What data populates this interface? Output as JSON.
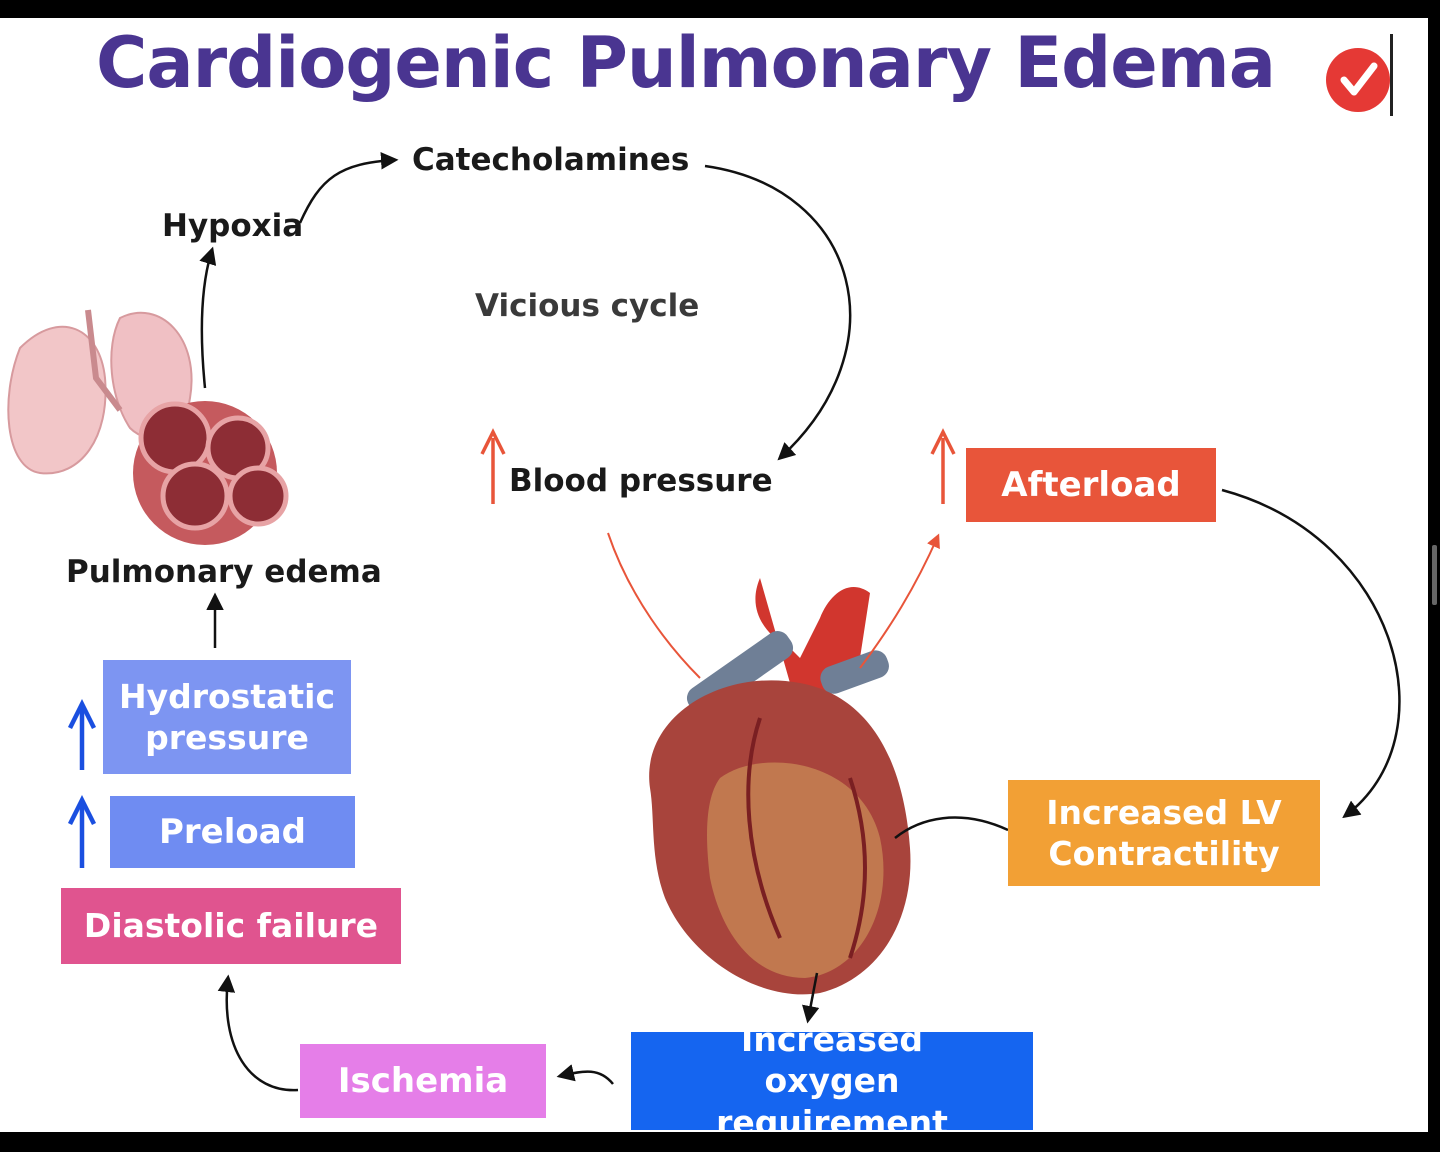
{
  "title": "Cardiogenic Pulmonary Edema",
  "center_label": "Vicious cycle",
  "nodes": {
    "catecholamines": "Catecholamines",
    "hypoxia": "Hypoxia",
    "blood_pressure": "Blood pressure",
    "pulmonary_edema": "Pulmonary edema",
    "afterload": "Afterload",
    "increased_lv_contractility": "Increased LV Contractility",
    "increased_oxygen_requirement": "Increased oxygen requirement",
    "ischemia": "Ischemia",
    "diastolic_failure": "Diastolic failure",
    "preload": "Preload",
    "hydrostatic_pressure": "Hydrostatic pressure"
  },
  "colors": {
    "title": "#4a3591",
    "afterload": "#e8553a",
    "increased_lv_contractility": "#f2a035",
    "increased_oxygen_requirement": "#1565f0",
    "ischemia": "#e57ee8",
    "diastolic_failure": "#e0548f",
    "preload": "#6f8cf2",
    "hydrostatic_pressure": "#7d95f2",
    "up_arrow_red": "#e8553a",
    "up_arrow_blue": "#1a4fe0"
  },
  "icons": [
    "check-badge-icon",
    "lungs-alveoli-illustration",
    "heart-illustration"
  ]
}
